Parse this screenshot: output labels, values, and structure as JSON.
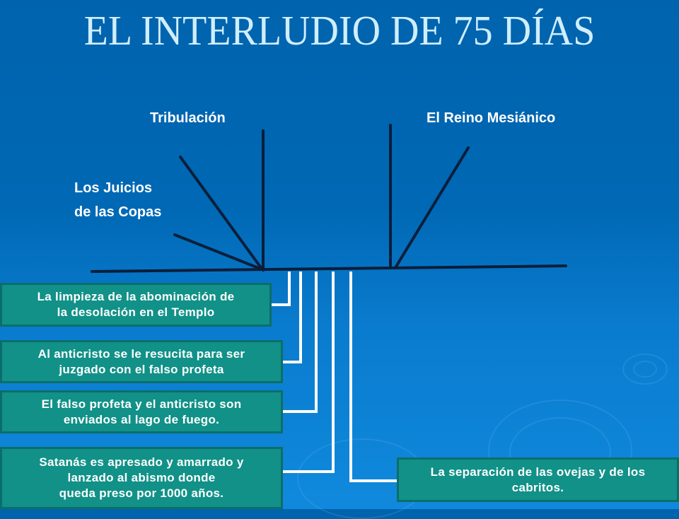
{
  "title": "EL INTERLUDIO DE 75 DÍAS",
  "labels": {
    "tribulacion": "Tribulación",
    "reino": "El Reino Mesiánico",
    "juicios_line1": "Los Juicios",
    "juicios_line2": "de las Copas"
  },
  "events": [
    {
      "line1": "La limpieza de la abominación de",
      "line2": "la desolación en el Templo"
    },
    {
      "line1": "Al anticristo se le resucita para ser",
      "line2": "juzgado con el falso profeta"
    },
    {
      "line1": "El falso profeta y el anticristo son",
      "line2": "enviados al lago de fuego."
    },
    {
      "line1": "Satanás es apresado y amarrado y",
      "line2": "lanzado al abismo donde",
      "line3": "queda preso por 1000 años."
    },
    {
      "line1": "La separación de las ovejas y de los",
      "line2": "cabritos."
    }
  ],
  "colors": {
    "background": "#0068b4",
    "title": "#cfeeff",
    "box_fill": "#119188",
    "box_border": "#0b6e6a",
    "timeline": "#0a1e3a",
    "connector": "#ffffff"
  }
}
